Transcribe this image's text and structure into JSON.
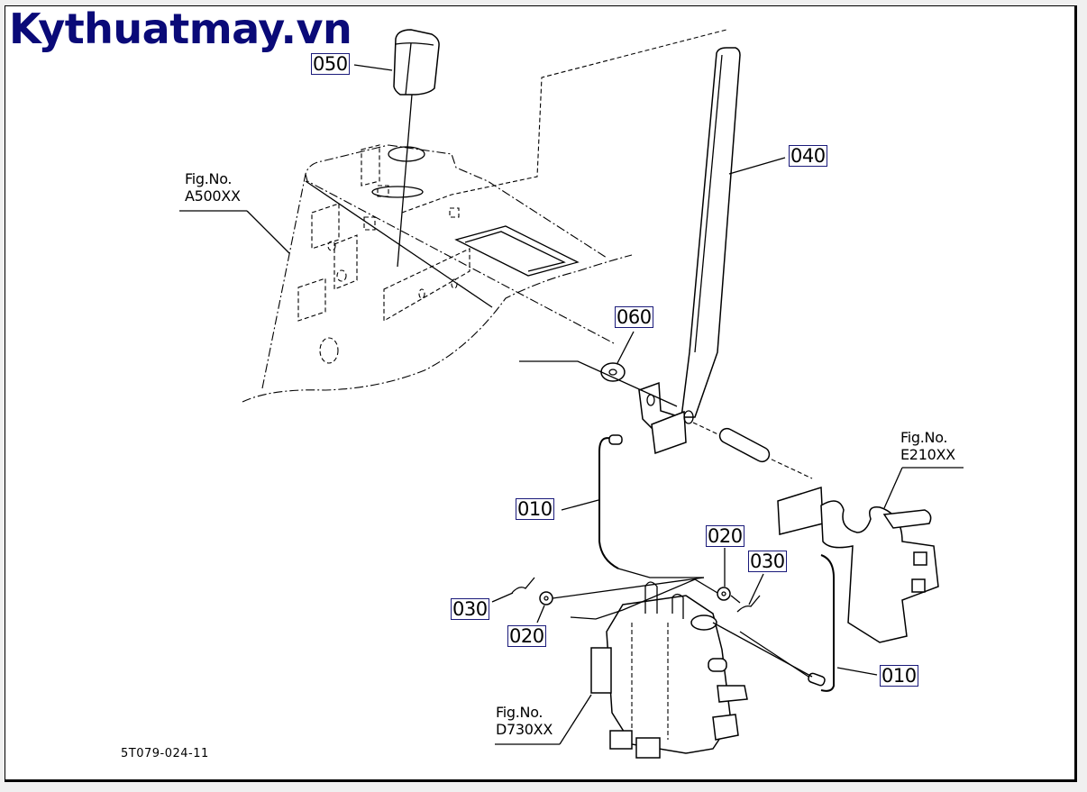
{
  "watermark": {
    "text": "Kythuatmay.vn",
    "color": "#0a0a78"
  },
  "diagram": {
    "type": "exploded-parts-diagram",
    "callouts": [
      {
        "id": "050",
        "part": "knob"
      },
      {
        "id": "040",
        "part": "lever"
      },
      {
        "id": "060",
        "part": "washer"
      },
      {
        "id": "010",
        "part": "rod"
      },
      {
        "id": "010",
        "part": "rod"
      },
      {
        "id": "020",
        "part": "washer"
      },
      {
        "id": "020",
        "part": "washer"
      },
      {
        "id": "030",
        "part": "pin"
      },
      {
        "id": "030",
        "part": "pin"
      }
    ],
    "figure_refs": [
      {
        "line1": "Fig.No.",
        "line2": "A500XX"
      },
      {
        "line1": "Fig.No.",
        "line2": "E210XX"
      },
      {
        "line1": "Fig.No.",
        "line2": "D730XX"
      }
    ],
    "document_number": "5T079-024-11",
    "callout_border_color": "#1a1a7a"
  }
}
